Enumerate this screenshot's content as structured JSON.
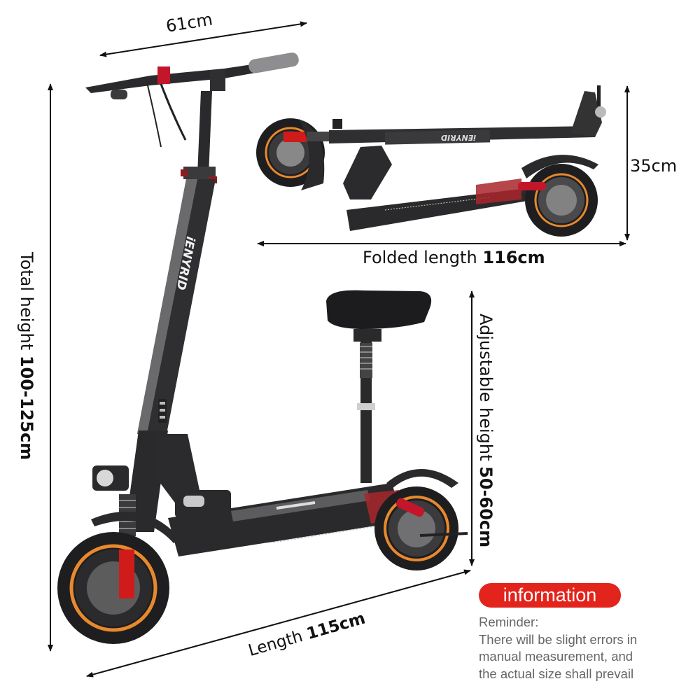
{
  "brand": {
    "logo_text": "iENYRID"
  },
  "dimensions": {
    "handlebar_width": {
      "value": "61cm"
    },
    "total_height": {
      "label": "Total height",
      "value": "100-125cm"
    },
    "folded": {
      "label": "Folded length",
      "value": "116cm",
      "height_value": "35cm"
    },
    "adjustable_seat_height": {
      "label": "Adjustable height",
      "value": "50-60cm"
    },
    "length": {
      "label": "Length",
      "value": "115cm"
    }
  },
  "info": {
    "badge_label": "information",
    "reminder_title": "Reminder:",
    "reminder_lines": [
      "There will be slight errors in",
      "manual measurement, and",
      "the actual size shall prevail"
    ]
  },
  "colors": {
    "badge_red": "#e3241c",
    "rim_orange": "#e8892d",
    "accent_red": "#c4162a",
    "frame_dark": "#2a2a2c"
  }
}
